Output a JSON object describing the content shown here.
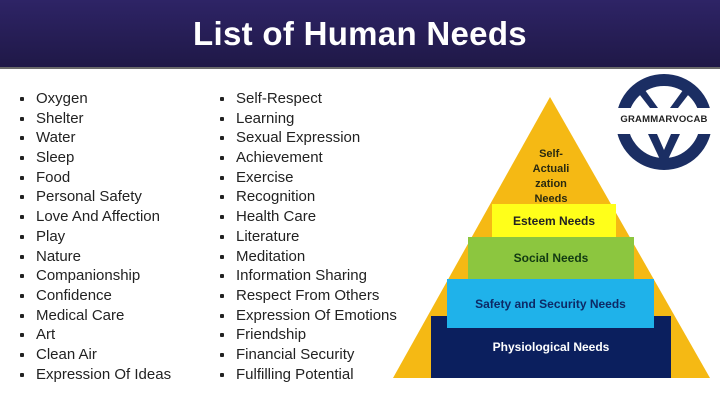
{
  "header": {
    "title": "List of Human Needs"
  },
  "lists": {
    "column1": [
      "Oxygen",
      "Shelter",
      "Water",
      "Sleep",
      "Food",
      "Personal Safety",
      "Love And Affection",
      "Play",
      "Nature",
      "Companionship",
      "Confidence",
      "Medical Care",
      "Art",
      "Clean Air",
      "Expression Of Ideas"
    ],
    "column2": [
      "Self-Respect",
      "Learning",
      "Sexual Expression",
      "Achievement",
      "Exercise",
      "Recognition",
      "Health Care",
      "Literature",
      "Meditation",
      "Information Sharing",
      "Respect From Others",
      "Expression Of Emotions",
      "Friendship",
      "Financial Security",
      "Fulfilling Potential"
    ]
  },
  "pyramid": {
    "levels": [
      {
        "label": "Self-\nActuali\nzation\nNeeds",
        "color": "#f5b914"
      },
      {
        "label": "Esteem Needs",
        "color": "#ffff1a"
      },
      {
        "label": "Social Needs",
        "color": "#8cc63f"
      },
      {
        "label": "Safety and Security Needs",
        "color": "#1fb2ea"
      },
      {
        "label": "Physiological Needs",
        "color": "#0b1f5e"
      }
    ],
    "outline_color": "#f5b914"
  },
  "logo": {
    "text": "GRAMMARVOCAB",
    "color": "#1b2e63"
  }
}
